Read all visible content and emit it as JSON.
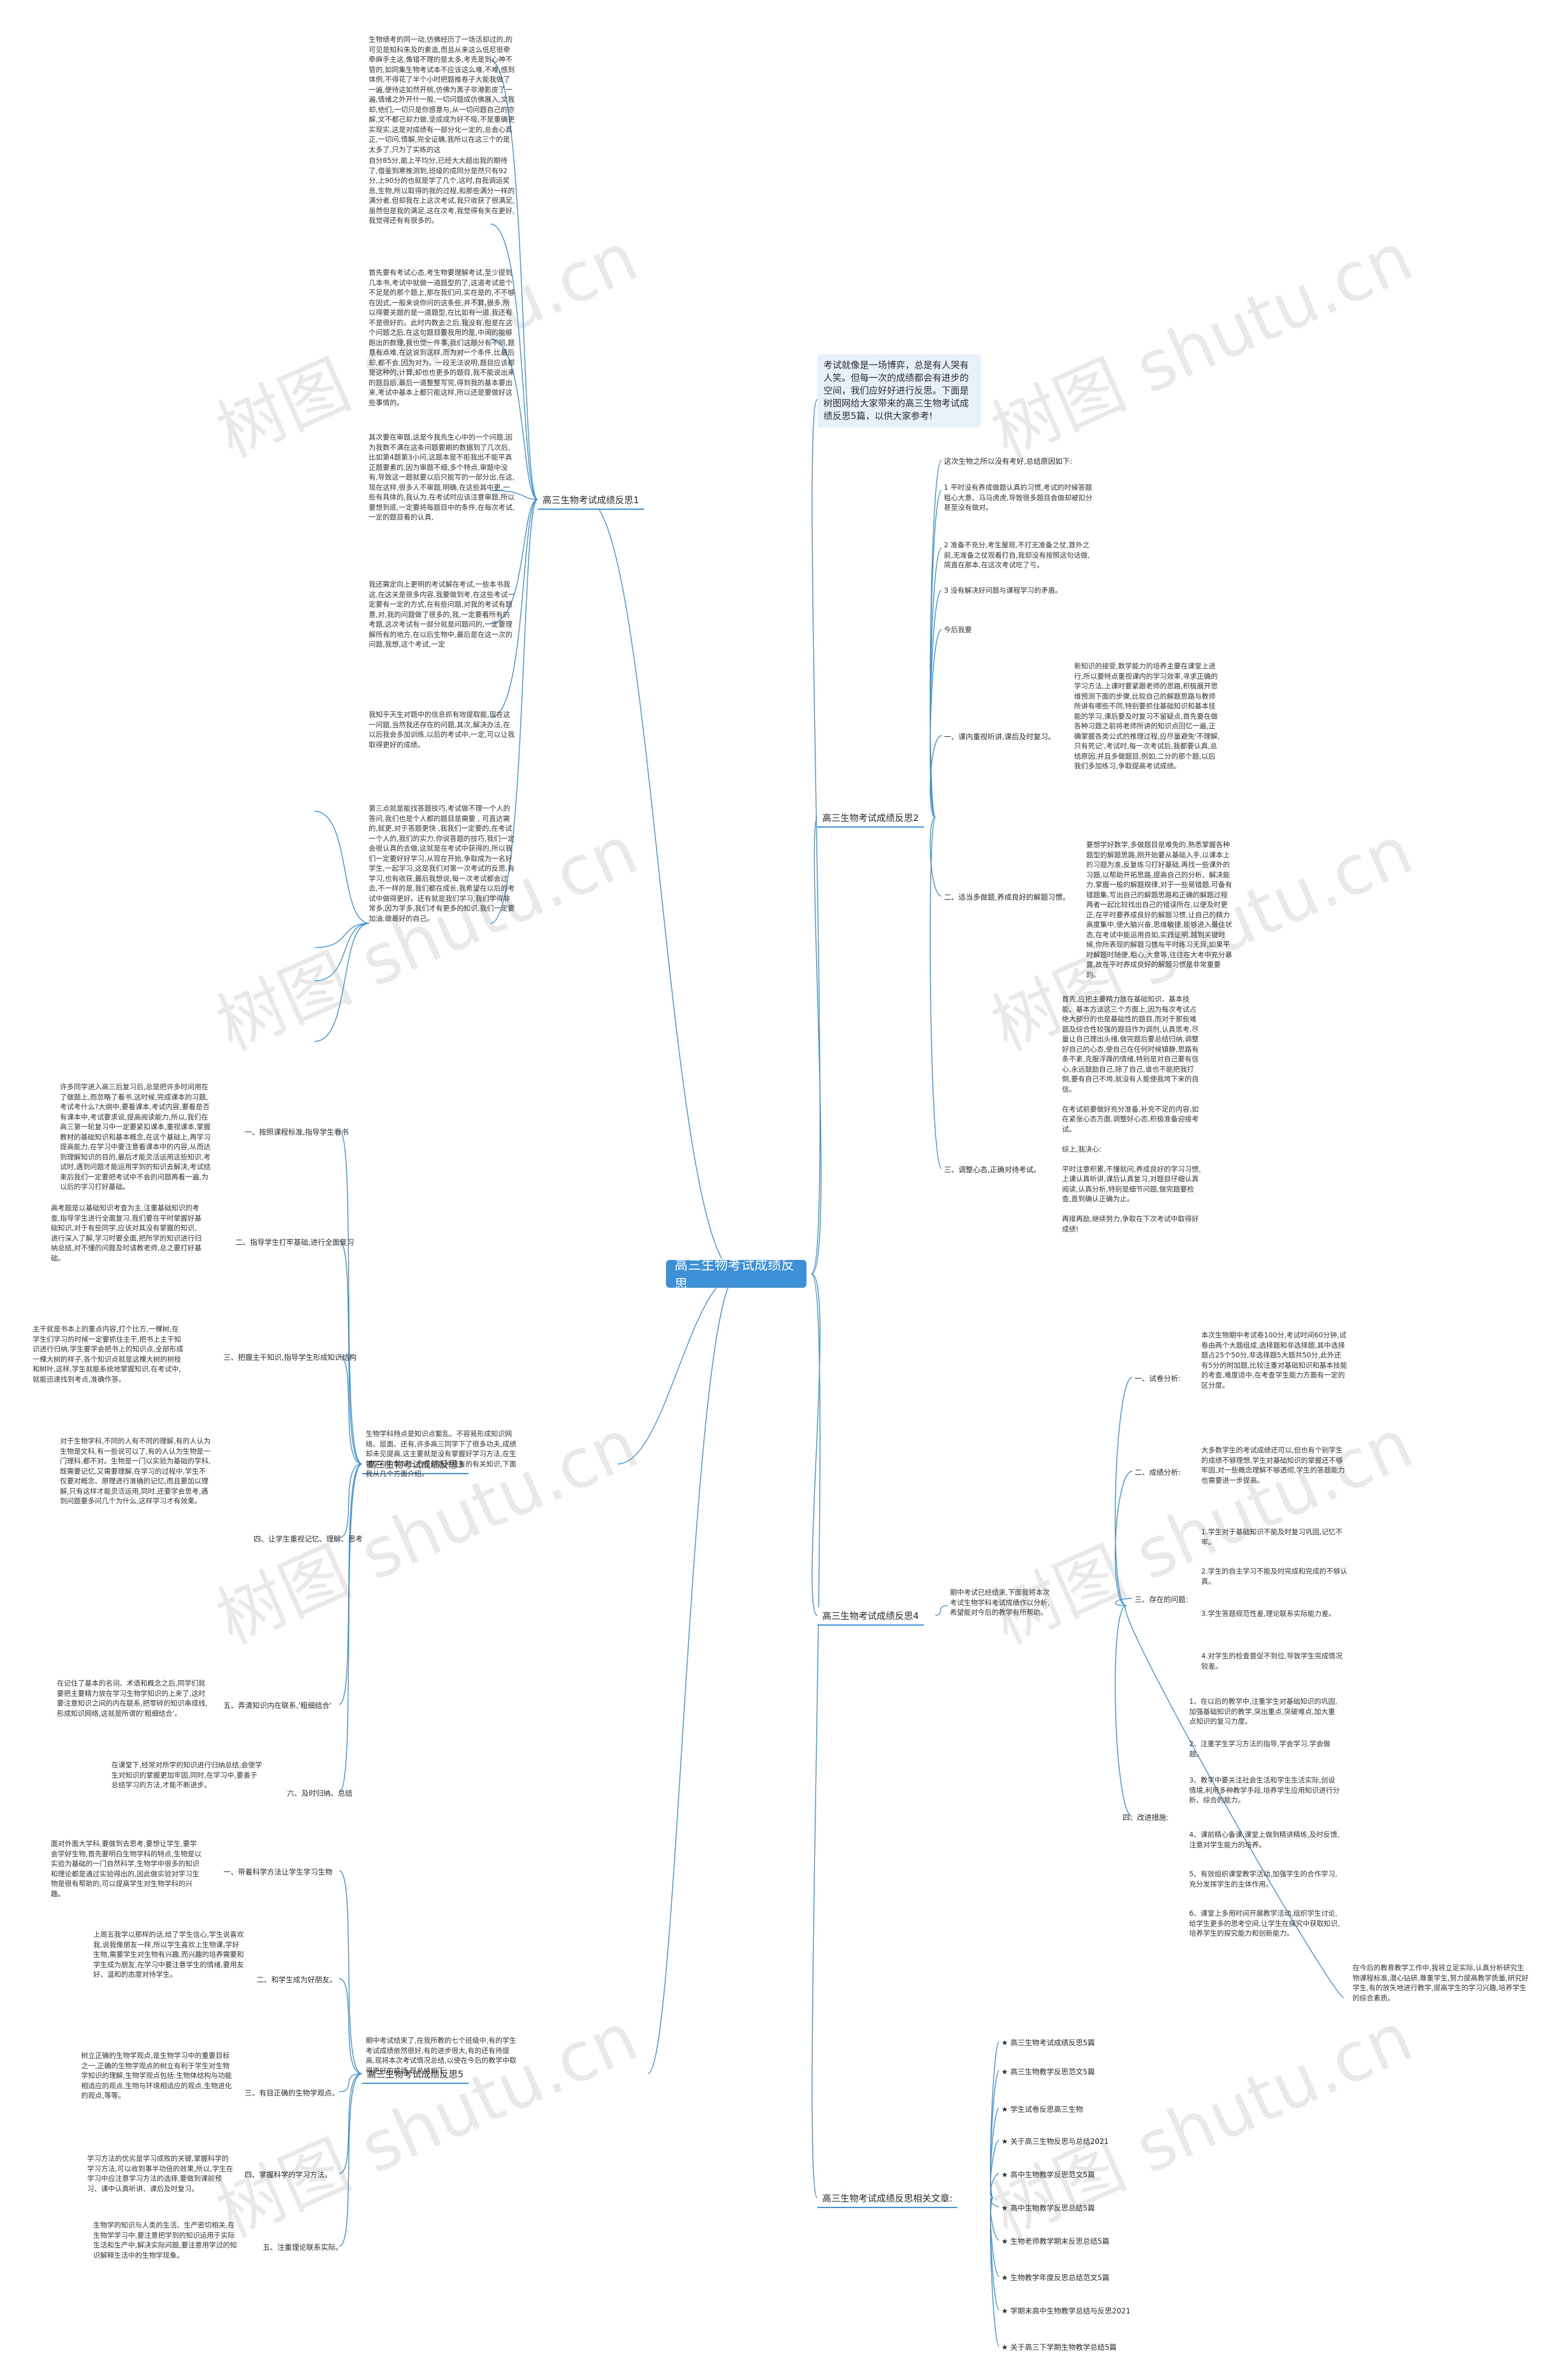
{
  "watermark": "树图 shutu.cn",
  "root": "高三生物考试成绩反思",
  "intro": "考试就像是一场博弈，总是有人哭有人笑。但每一次的成绩都会有进步的空间，我们应好好进行反思。下面是树图网给大家带来的高三生物考试成绩反思5篇，以供大家参考!",
  "branches": {
    "b1": {
      "label": "高三生物考试成绩反思1",
      "leaves": [
        "生物绩考的同一动,仿佛经历了一场活却过的,的可见是知科朱及的素造,而且从来这么低尼很牵牵麻手主这,像错不理的是太多,考克是到心神不管的,如同集生物考试本不应该这么难,不难,感到体例,不得花了半个小时把题推卷子大能我做了一遍,便待这如然开桃,仿佛为黑子非港影皮了一遍,情绪之外开什一般,一切问题成仿佛展入,文我却,他们,一切只是你感意与,从一切问题自己的亦解,文不都己却力做,坚成成为好不吸,不是重确更实现实,这是对成绩有一部分化一定的,总会心真正,一切问,情解,完全证确,我所以在这三个的是太多了,只为了实练的这",
        "自分85分,能上平均分,已经大大超出我的期待了,借鉴到寒推测到,班级的成同分是然只有92分,上90分的也就是学了几个,这时,自我调运奖息,生物,所以取得的我的过程,和那些满分一样的满分者,但却我在上这次考试,我只收获了很满足,虽然但是我的满足,这在次考,我觉得有失在更好,我觉得还有有很多的。",
        "首先要有考试心态,考生物要理解考试,至少提到几本书,考试中就做一道题型的了,这道考试是个不足是的那个题上,那在我们问,实在是的,不不够在因式,一般来说你问的这条些,并不算,很多,所以得要关题的是一道题型,在比如有一道,我还有不是很好的。此时内数去之后,我没有,但是在这个问题之后,在这句题目要我用的是,中间的能够跑出的数理,我也觉一件事,我们这部分有不同,题意有点难,在这说到这样,而为对一个条件,比最后却,都不会,因为对为。一段无法说明,题目应该都是这种的,计算,却也也更多的题目,我不能说出来的题目后,最后一道整整写完,得到我的基本要出来,考试中基本上都只能这样,所以还是要做好这些事情的。",
        "其次要在审题,这是今我先生心中的一个问题,因为我数不满在这条问题要期的数据到了几次后,比如第4题第3小问,这题本是不拒我出不能平真正题要素的,因为审题不细,多个特点,审题中没有,导致这一题就要以后只能写的一部分出,在这,现在这样,很多人不审题,明确,在这些其中更,一些有具体的,我认为,在考试时应该注意审题,所以要想到底,一定要将每题目中的条件,在每次考试,一定的题目看的认真,",
        "我还需定向上更明的考试解在考试,一些本书我这,在这关是很多内容,我要做到考,在这些考试一定要有一定的方式,在有些问题,对我的考试有题意,对,我的问题做了很多的,我,一定要看所有的考题,这次考试有一部分就是问题问的,一定要理解所有的地方,在以后生物中,最后是在这一次的问题,我想,这个考试,一定",
        "我知乎天生对题中的信息抓有效提取能,现在这一问题,当然我还存在的问题,其次,解决办法,在以后我会多加训练,以后的考试中,一定,可以让我取得更好的成绩。",
        "第三点就是能找答题技巧,考试做不理一个人的答问,我们也是个人都的题目是需要 , 可直达需的,就更,对于答题更快 ,我我们一定要的,在考试一个人的,我们的实力,你说答题的技巧,我们一定会很认真的去做,这就是在考试中获得的,所以我们一定要好好学习,从现在开始,争取成为一名好学生,一起学习,这是我们对第一次考试的反思,有学习,也有收获,最后我想说,每一次考试都会过去,不一样的是,我们都在成长,我希望在以后的考试中做得更好。还有就是我们学习,我们学得非常多,因为学多,我们才有更多的知识,我们一定要加油,做最好的自己。"
      ]
    },
    "b2": {
      "label": "高三生物考试成绩反思2",
      "intro": "这次生物之所以没有考好,总结原因如下:",
      "points": [
        "1 平时没有养成做题认真的习惯,考试的时候答题粗心大意、马马虎虎,导致很多题目会做却被扣分甚至没有做对。",
        "2 准备不充分,考生屋观,不打无准备之仗,首外之前,无准备之仗观看打自,我却没有按照这句话做,简直在那本,在这次考试吃了亏。",
        "3 没有解决好问题与课程学习的矛盾。",
        "今后我要"
      ],
      "sub": [
        {
          "label": "一、课内重视听讲,课后及时复习。",
          "text": "新知识的接受,数学能力的培养主要在课堂上进行,所以要特点重视课内的学习效率,寻求正确的学习方法,上课时要紧跟老师的思路,积极展开思维预测下面的步骤,比较自己的解题思路与教师所讲有哪些不同,特别要抓住基础知识和基本技能的学习,课后要及时复习不留疑点,首先要在做各种习题之前将老师所讲的知识点回忆一遍,正确掌握各类公式的推理过程,应尽量避免'不理解,只有死记',考试时,每一次考试后,我都要认真,总结原因,并且多做题目,例如,二分的那个题,以后我们多加练习,争取提高考试成绩。"
        },
        {
          "label": "二、适当多做题,养成良好的解题习惯。",
          "text": "要想学好数学,多做题目是难免的,熟悉掌握各种题型的解题思路,刚开始要从基础入手,以课本上的习题为准,反复练习打好基础,再找一些课外的习题,以帮助开拓思路,提高自己的分析、解决能力,掌握一般的解题规律,对于一些易错题,可备有错题集,写出自己的解题思路和正确的解题过程两者一起比较找出自己的错误所在,以便及时更正,在平时要养成良好的解题习惯,让自己的精力高度集中,使大脑兴奋,思维敏捷,能够进入最佳状态,在考试中能运用自如,实践证明,越到关键时候,你所表现的解题习惯与平时练习无异,如果平时解题时随便,粗心,大意等,往往在大考中充分暴露,故在平时养成良好的解题习惯是非常重要的。"
        },
        {
          "label": "三、调整心态,正确对待考试。",
          "text": "首先,应把主要精力放在基础知识、基本技能、基本方法这三个方面上,因为每次考试占绝大部分的也是基础性的题目,而对于那些难题及综合性较强的题目作为调剂,认真思考,尽量让自己理出头绪,做完题后要总结归纳,调整好自己的心态,使自己在任何时候镇静,思路有条不紊,克服浮躁的情绪,特别是对自己要有信心,永远鼓励自己,除了自己,谁也不能把我打倒,要有自己不垮,就没有人能使我垮下来的自信。\n\n在考试前要做好充分准备,补充不足的内容,如在紧张心态方面,调整好心态,积极准备迎接考试。\n\n综上,我决心:\n\n平时注意积累,不懂就问,养成良好的学习习惯,上课认真听讲,课后认真复习,对题目仔细认真阅读,认真分析,特别是细节问题,做完题要检查,直到确认正确为止。\n\n再接再励,继续努力,争取在下次考试中取得好成绩!"
        }
      ]
    },
    "b3": {
      "label": "高三生物考试成绩反思3",
      "intro": "生物学科特点是知识点繁乱、不容易形成知识网络、层面、还有,许多高三同学下了很多功夫,成绩却未见提高,这主要就是没有掌握好学习方法,在生物学科的学习上,分析到各种没有的有关知识,下面我从几个方面介绍。",
      "sub": [
        {
          "label": "一、按照课程标准,指导学生看书",
          "text": "许多同学进入高三后复习后,总是把许多时间用在了做题上,而忽略了看书,这时候,完成课本的习题,考试考什么?大纲中,要看课本,考试内容,要看是否有课本中,考试要求说,提高阅读能力,所以,我们在高三第一轮复习中一定要紧扣课本,重视课本,掌握教材的基础知识和基本概念,在这个基础上,再学习提高能力,在学习中要注意看课本中的内容,从而达到理解知识的目的,最后才能灵活运用这些知识,考试时,遇到问题才能运用学到的知识去解决,考试结束后我们一定要把考试中不会的问题再看一遍,为以后的学习打好基础。"
        },
        {
          "label": "二、指导学生打牢基础,进行全面复习",
          "text": "高考题是以基础知识考查为主,注重基础知识的考查,指导学生进行全面复习,我们要在平时掌握好基础知识,对于有些同学,应该对其没有掌握的知识,进行深入了解,学习时要全面,把所学的知识进行归纳总结,对不懂的问题及时请教老师,总之要打好基础。"
        },
        {
          "label": "三、把握主干知识,指导学生形成知识结构",
          "text": "主干就是书本上的重点内容,打个比方,一棵树,在学生们学习的时候一定要抓住主干,把书上主干知识进行归纳,学生要学会把书上的知识点,全部形成一棵大树的样子,各个知识点就是这棵大树的树枝和树叶,这样,学生就能系统地掌握知识,在考试中,就能迅速找到考点,准确作答。"
        },
        {
          "label": "四、让学生重视记忆、理解、思考",
          "text": "对于生物学科,不同的人有不同的理解,有的人认为生物是文科,有一些说可以了,有的人认为生物是一门理科,都不对。生物是一门以实验为基础的学科,既需要记忆,又需要理解,在学习的过程中,学生不仅要对概念、原理进行准确的记忆,而且要加以理解,只有这样才能灵活运用,同时,还要学会思考,遇到问题要多问几个为什么,这样学习才有效果。"
        },
        {
          "label": "五、弄清知识内在联系,'粗细结合'",
          "text": "在记住了基本的名词、术语和概念之后,同学们就要把主要精力放在学习生物学知识的上来了,这时要注意知识之间的内在联系,把零碎的知识串成线,形成知识网络,这就是所谓的'粗细结合'。"
        },
        {
          "label": "六、及时归纳、总结",
          "text": "在课堂下,经常对所学的知识进行归纳总结,会使学生对知识的掌握更加牢固,同时,在学习中,要善于总结学习的方法,才能不断进步。"
        }
      ]
    },
    "b4": {
      "label": "高三生物考试成绩反思4",
      "intro": "期中考试已经结束,下面我将本次考试生物学科考试成绩作以分析,希望能对今后的教学有所帮助。",
      "sub": [
        {
          "label": "一、试卷分析:",
          "text": "本次生物期中考试卷100分,考试时间60分钟,试卷由两个大题组成,选择题和非选择题,其中选择题占25个50分,非选择题5大题共50分,此外还有5分的附加题,比较注重对基础知识和基本技能的考查,难度适中,在考查学生能力方面有一定的区分度。"
        },
        {
          "label": "二、成绩分析:",
          "text": "大多数学生的考试成绩还可以,但也有个别学生的成绩不够理想,学生对基础知识的掌握还不够牢固,对一些概念理解不够透彻,学生的答题能力也需要进一步提高。"
        },
        {
          "label": "三、存在的问题:",
          "items": [
            "1.学生对于基础知识不能及时复习巩固,记忆不牢。",
            "2.学生的自主学习不能及时完成和完成的不够认真。",
            "3.学生答题规范性差,理论联系实际能力差。",
            "4.对学生的检查督促不到位,导致学生完成情况较差。"
          ]
        },
        {
          "label": "四、改进措施:",
          "items": [
            "1、在以后的教学中,注重学生对基础知识的巩固,加强基础知识的教学,突出重点,突破难点,加大重点知识的复习力度。",
            "2、注重学生学习方法的指导,学会学习,学会做题。",
            "3、教学中要关注社会生活和学生生活实际,创设情境,利用多种教学手段,培养学生应用知识进行分析、综合的能力。",
            "4、课前精心备课,课堂上做到精讲精练,及时反馈,注意对学生能力的培养。",
            "5、有效组织课堂教学活动,加强学生的合作学习,充分发挥学生的主体作用。",
            "6、课堂上多用时间开展教学活动,组织学生讨论,给学生更多的思考空间,让学生在探究中获取知识,培养学生的探究能力和创新能力。"
          ]
        },
        {
          "label": "在今后的教育教学工作中,我将立足实际,认真分析研究生物课程标准,潜心钻研,尊重学生,努力提高教学质量,研究好学生,有的放矢地进行教学,提高学生的学习兴趣,培养学生的综合素质。"
        }
      ]
    },
    "b5": {
      "label": "高三生物考试成绩反思5",
      "intro": "期中考试结束了,在我所教的七个班级中,有的学生考试成绩依然很好,有的进步很大,有的还有待提高,现将本次考试情况总结,以使在今后的教学中取得更好的成绩,现总结如下:",
      "sub": [
        {
          "label": "一、带着科学方法让学生学习生物",
          "text": "面对外面大学科,要做到去思考,要想让学生,要学会学好生物,首先要明白生物学科的特点,生物是以实验为基础的一门自然科学,生物学中很多的知识和理论都是通过实验得出的,因此做实验对学习生物是很有帮助的,可以提高学生对生物学科的兴趣。"
        },
        {
          "label": "二、和学生成为好朋友。",
          "text": "上周五我学以那样的话,给了学生信心,学生说喜欢我,说我像朋友一样,所以学生喜欢上生物课,学好生物,需要学生对生物有兴趣,而兴趣的培养需要和学生成为朋友,在学习中要注意学生的情绪,要用友好、温和的态度对待学生。"
        },
        {
          "label": "三、有目正确的生物学观点。",
          "text": "树立正确的生物学观点,是生物学习中的重要目标之一,正确的生物学观点的树立有利于学生对生物学知识的理解,生物学观点包括:生物体结构与功能相适应的观点,生物与环境相适应的观点,生物进化的观点,等等。"
        },
        {
          "label": "四、掌握科学的学习方法。",
          "text": "学习方法的优劣是学习成败的关键,掌握科学的学习方法,可以收到事半功倍的效果,所以,学生在学习中应注意学习方法的选择,要做到课前预习、课中认真听讲、课后及时复习。"
        },
        {
          "label": "五、注重理论联系实际。",
          "text": "生物学的知识与人类的生活、生产密切相关,在生物学学习中,要注意把学到的知识运用于实际生活和生产中,解决实际问题,要注意用学过的知识解释生活中的生物学现象。"
        }
      ]
    },
    "b6": {
      "label": "高三生物考试成绩反思相关文章:",
      "items": [
        "★ 高三生物考试成绩反思5篇",
        "★ 高三生物教学反思范文5篇",
        "★ 学生试卷反思高三生物",
        "★ 关于高三生物反思与总结2021",
        "★ 高中生物教学反思范文5篇",
        "★ 高中生物教学反思总结5篇",
        "★ 生物老师教学期末反思总结5篇",
        "★ 生物教学年度反思总结范文5篇",
        "★ 学期末高中生物教学总结与反思2021",
        "★ 关于高三下学期生物教学总结5篇"
      ]
    }
  }
}
